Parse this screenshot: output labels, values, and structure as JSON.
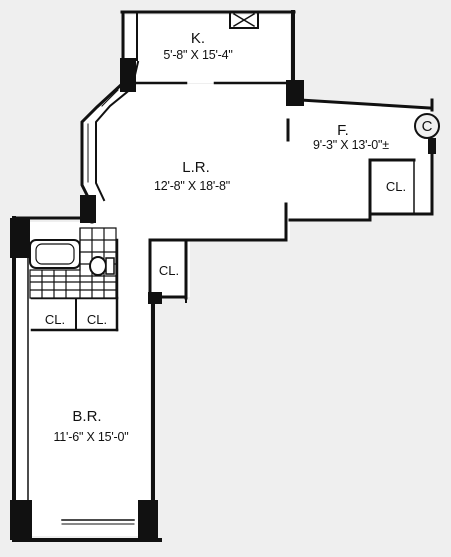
{
  "rooms": {
    "kitchen": {
      "name": "K.",
      "dims": "5'-8\" X 15'-4\""
    },
    "living_room": {
      "name": "L.R.",
      "dims": "12'-8\" X 18'-8\""
    },
    "foyer": {
      "name": "F.",
      "dims": "9'-3\" X 13'-0\"±"
    },
    "bedroom": {
      "name": "B.R.",
      "dims": "11'-6\" X 15'-0\""
    }
  },
  "closets": {
    "foyer_closet": "CL.",
    "living_room_closet": "CL.",
    "bath_closet_left": "CL.",
    "bath_closet_right": "CL."
  },
  "marker": {
    "c": "C"
  },
  "colors": {
    "wall": "#111111",
    "background": "#efefef"
  }
}
